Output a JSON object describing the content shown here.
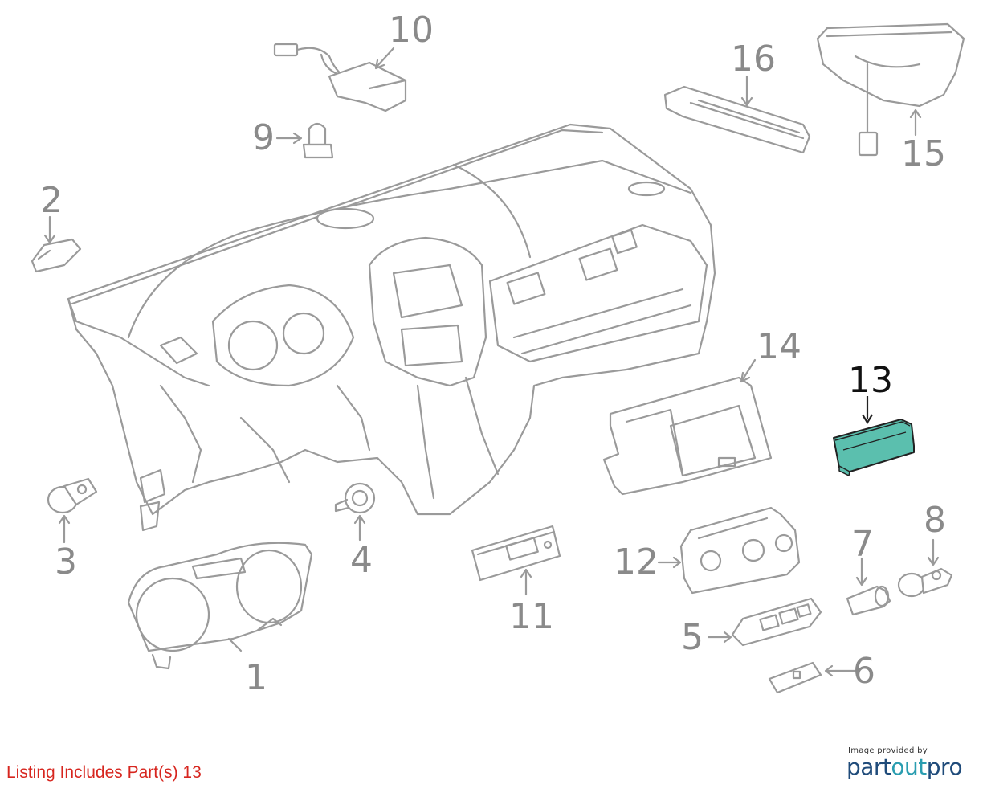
{
  "callouts": {
    "c1": "1",
    "c2": "2",
    "c3": "3",
    "c4": "4",
    "c5": "5",
    "c6": "6",
    "c7": "7",
    "c8": "8",
    "c9": "9",
    "c10": "10",
    "c11": "11",
    "c12": "12",
    "c13": "13",
    "c14": "14",
    "c15": "15",
    "c16": "16"
  },
  "listing": "Listing Includes Part(s)  13",
  "credit": {
    "small": "Image provided by",
    "logo_part": "part",
    "logo_out": "out",
    "logo_pro": "pro"
  },
  "colors": {
    "highlight_part": "#5bbfae",
    "line": "#9a9a9a",
    "listing_text": "#d7261f"
  }
}
